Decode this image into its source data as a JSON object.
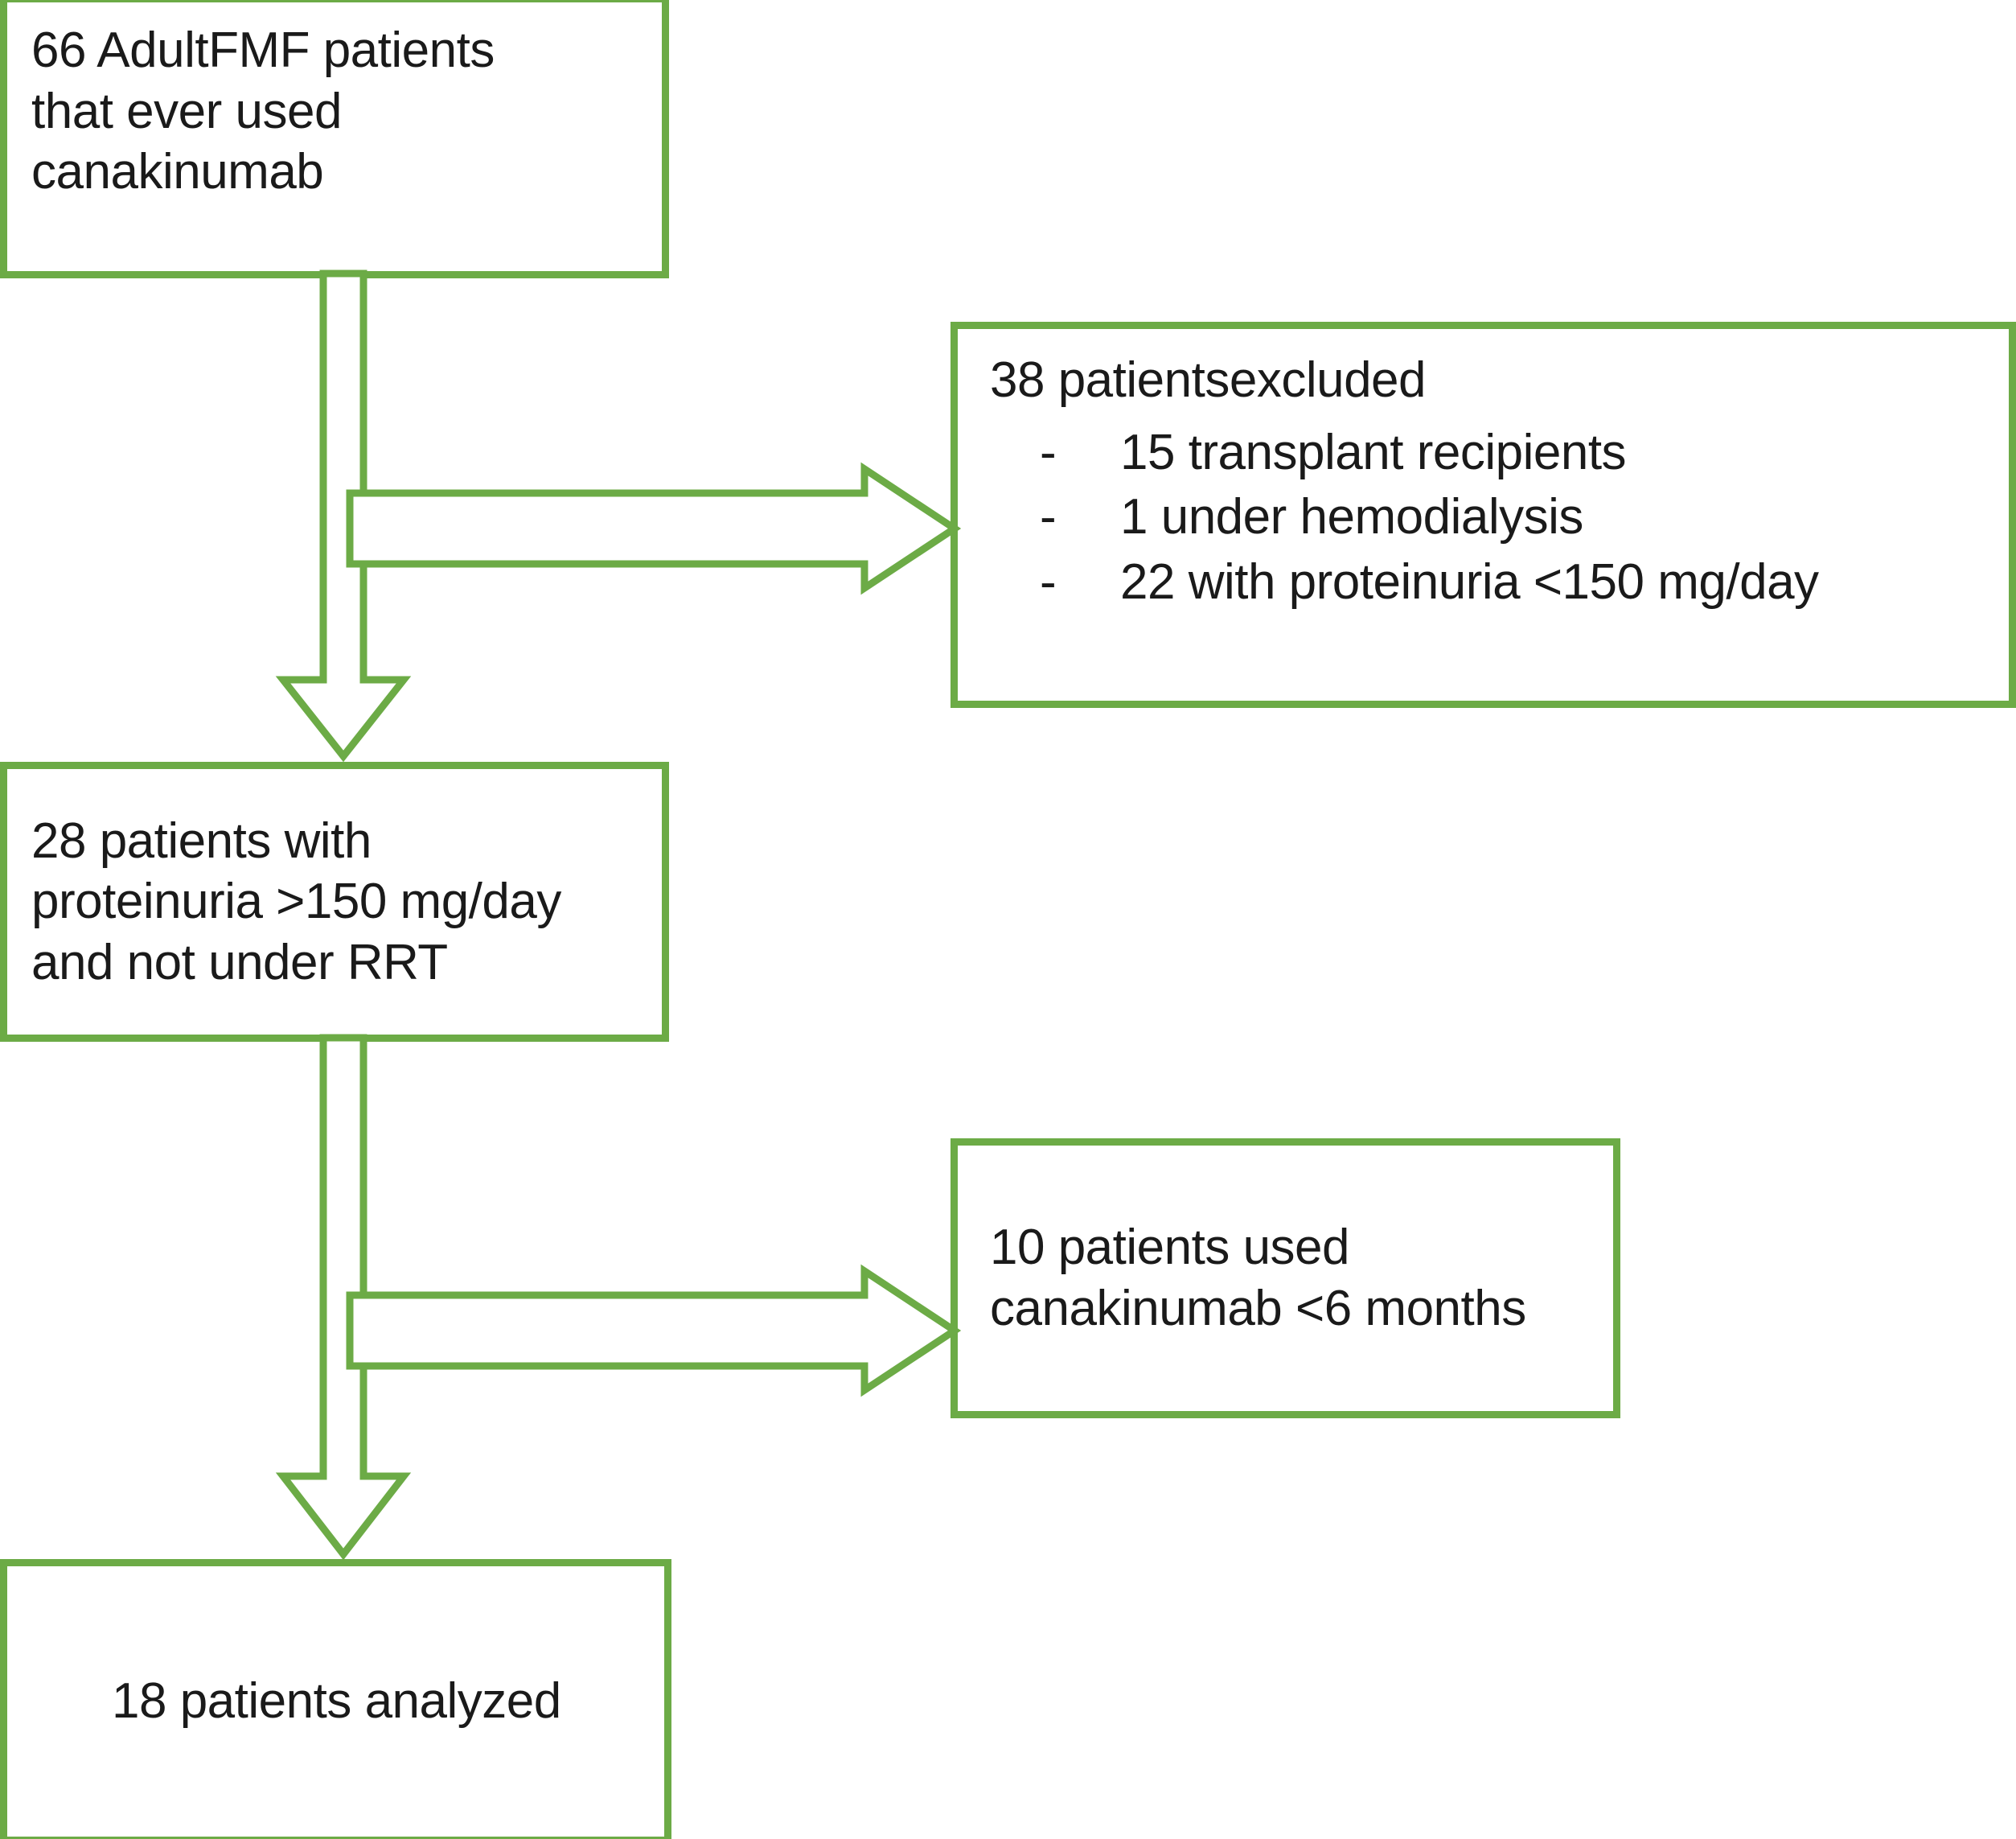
{
  "diagram": {
    "title_kind": "patient-flow-diagram",
    "accent_color": "#6CAB46",
    "text_color": "#1a1a1a",
    "background": "#ffffff"
  },
  "nodes": {
    "enrolled": {
      "id": "enrolled",
      "lines": [
        "66 AdultFMF patients",
        "that ever used",
        "canakinumab"
      ],
      "count": 66
    },
    "excluded": {
      "id": "excluded",
      "headline": "38 patientsexcluded",
      "count": 38,
      "bullets": [
        {
          "marker": "-",
          "text": "15 transplant recipients",
          "count": 15
        },
        {
          "marker": "-",
          "text": "1 under hemodialysis",
          "count": 1
        },
        {
          "marker": "-",
          "text": "22 with proteinuria <150 mg/day",
          "count": 22
        }
      ]
    },
    "eligible": {
      "id": "eligible",
      "lines": [
        "28 patients with",
        "proteinuria >150 mg/day",
        "and not under RRT"
      ],
      "count": 28
    },
    "shortuse": {
      "id": "shortuse",
      "lines": [
        "10 patients used",
        "canakinumab <6 months"
      ],
      "count": 10
    },
    "analyzed": {
      "id": "analyzed",
      "lines": [
        "18 patients analyzed"
      ],
      "count": 18
    }
  },
  "connectors": [
    {
      "id": "enrolled-to-eligible",
      "kind": "down-arrow",
      "from": "enrolled",
      "to": "eligible"
    },
    {
      "id": "enrolled-to-excluded",
      "kind": "right-arrow",
      "from": "enrolled",
      "to": "excluded"
    },
    {
      "id": "eligible-to-analyzed",
      "kind": "down-arrow",
      "from": "eligible",
      "to": "analyzed"
    },
    {
      "id": "eligible-to-shortuse",
      "kind": "right-arrow",
      "from": "eligible",
      "to": "shortuse"
    }
  ]
}
